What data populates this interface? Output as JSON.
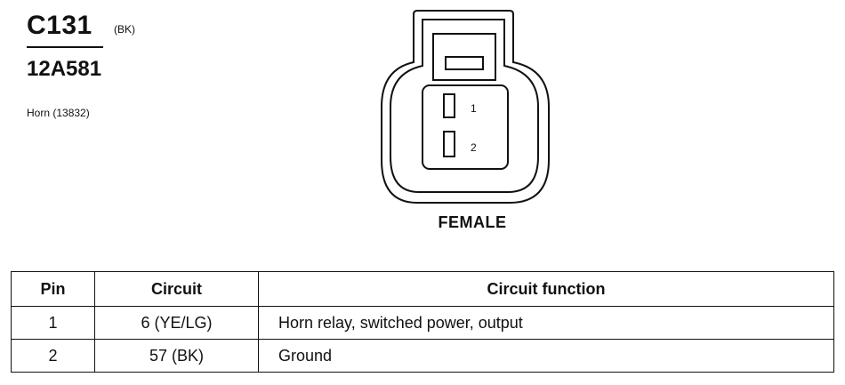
{
  "connector": {
    "id": "C131",
    "color": "(BK)",
    "part_number": "12A581",
    "component": "Horn (13832)",
    "gender": "FEMALE",
    "pin_labels": [
      "1",
      "2"
    ]
  },
  "table": {
    "headers": [
      "Pin",
      "Circuit",
      "Circuit function"
    ],
    "rows": [
      {
        "pin": "1",
        "circuit": "6 (YE/LG)",
        "function": "Horn relay, switched power, output"
      },
      {
        "pin": "2",
        "circuit": "57 (BK)",
        "function": "Ground"
      }
    ]
  }
}
